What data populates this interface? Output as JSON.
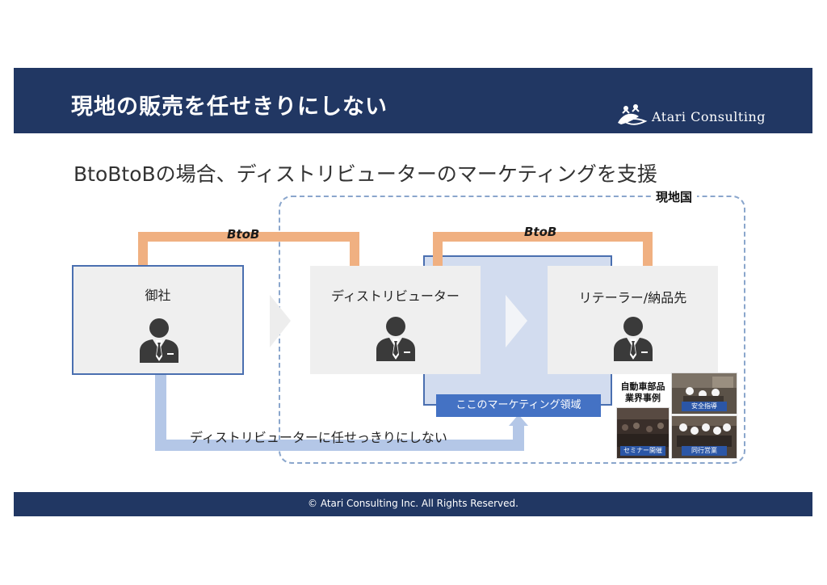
{
  "header": {
    "title": "現地の販売を任せきりにしない",
    "logo_text": "Atari Consulting",
    "background_color": "#213763"
  },
  "subtitle": "BtoBtoBの場合、ディストリビューターのマーケティングを支援",
  "diagram": {
    "region_label": "現地国",
    "btob_labels": [
      "BtoB",
      "BtoB"
    ],
    "nodes": [
      {
        "label": "御社",
        "icon": "businessman-icon"
      },
      {
        "label": "ディストリビューター",
        "icon": "businessman-icon"
      },
      {
        "label": "リテーラー/納品先",
        "icon": "businessman-icon"
      }
    ],
    "marketing_area_label": "ここのマーケティング領域",
    "bottom_message": "ディストリビューターに任せっきりにしない",
    "colors": {
      "btob_arrow": "#f0b081",
      "return_arrow": "#b4c7e7",
      "marketing_area": "#d2dcef",
      "marketing_label": "#4472c4",
      "box_border": "#4a6fb0"
    }
  },
  "case_study": {
    "title_line1": "自動車部品",
    "title_line2": "業界事例",
    "photos": [
      {
        "caption": "安全指導"
      },
      {
        "caption": "セミナー開催"
      },
      {
        "caption": "同行営業"
      }
    ]
  },
  "footer": {
    "text": "© Atari Consulting Inc. All Rights Reserved."
  }
}
